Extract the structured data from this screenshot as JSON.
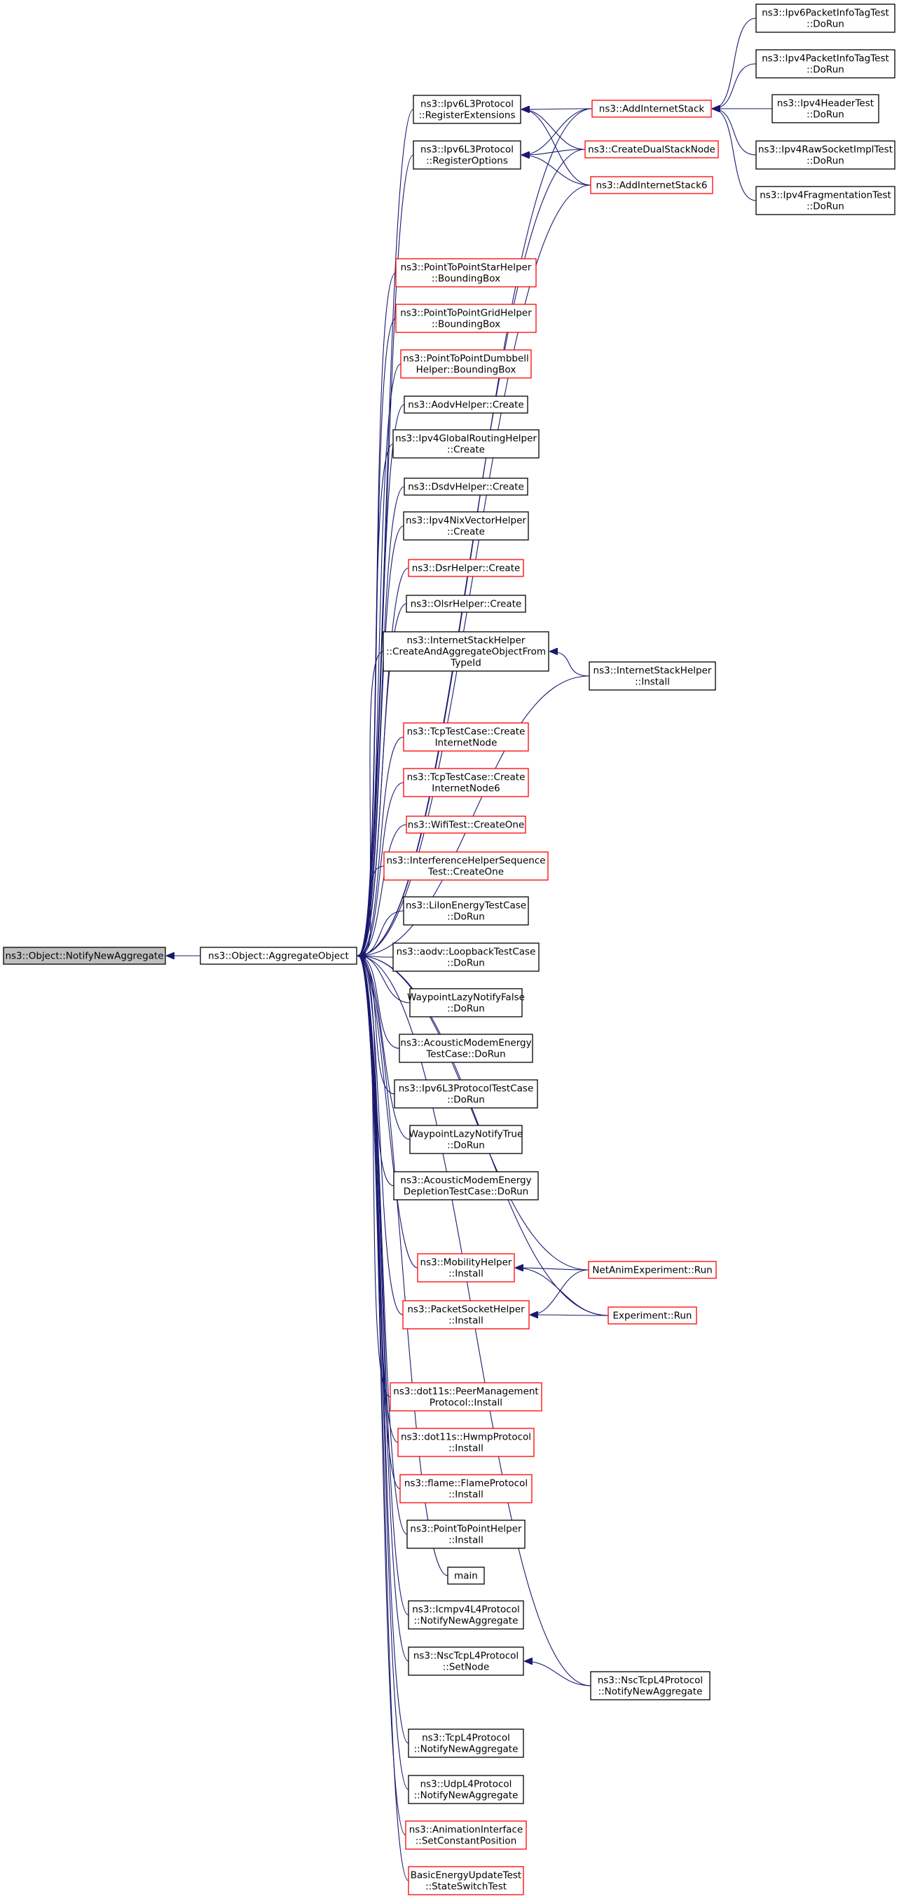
{
  "colors": {
    "edge": "#191970",
    "border_default": "#000000",
    "border_link": "#ff0000",
    "fill_default": "#ffffff",
    "fill_root": "#bfbfbf"
  },
  "nodes": [
    {
      "id": "notify",
      "lines": [
        "ns3::Object::NotifyNewAggregate"
      ],
      "style": "root"
    },
    {
      "id": "aggregate",
      "lines": [
        "ns3::Object::AggregateObject"
      ],
      "style": "default"
    },
    {
      "id": "ipv6ext",
      "lines": [
        "ns3::Ipv6L3Protocol",
        "::RegisterExtensions"
      ],
      "style": "default"
    },
    {
      "id": "ipv6opt",
      "lines": [
        "ns3::Ipv6L3Protocol",
        "::RegisterOptions"
      ],
      "style": "default"
    },
    {
      "id": "ptpstar",
      "lines": [
        "ns3::PointToPointStarHelper",
        "::BoundingBox"
      ],
      "style": "link"
    },
    {
      "id": "ptpgrid",
      "lines": [
        "ns3::PointToPointGridHelper",
        "::BoundingBox"
      ],
      "style": "link"
    },
    {
      "id": "ptpdumb",
      "lines": [
        "ns3::PointToPointDumbbell",
        "Helper::BoundingBox"
      ],
      "style": "link"
    },
    {
      "id": "aodv",
      "lines": [
        "ns3::AodvHelper::Create"
      ],
      "style": "default"
    },
    {
      "id": "ipv4glob",
      "lines": [
        "ns3::Ipv4GlobalRoutingHelper",
        "::Create"
      ],
      "style": "default"
    },
    {
      "id": "dsdv",
      "lines": [
        "ns3::DsdvHelper::Create"
      ],
      "style": "default"
    },
    {
      "id": "ipv4nix",
      "lines": [
        "ns3::Ipv4NixVectorHelper",
        "::Create"
      ],
      "style": "default"
    },
    {
      "id": "dsr",
      "lines": [
        "ns3::DsrHelper::Create"
      ],
      "style": "link"
    },
    {
      "id": "olsr",
      "lines": [
        "ns3::OlsrHelper::Create"
      ],
      "style": "default"
    },
    {
      "id": "ishcreate",
      "lines": [
        "ns3::InternetStackHelper",
        "::CreateAndAggregateObjectFrom",
        "TypeId"
      ],
      "style": "default"
    },
    {
      "id": "tcpnode",
      "lines": [
        "ns3::TcpTestCase::Create",
        "InternetNode"
      ],
      "style": "link"
    },
    {
      "id": "tcpnode6",
      "lines": [
        "ns3::TcpTestCase::Create",
        "InternetNode6"
      ],
      "style": "link"
    },
    {
      "id": "wifitest",
      "lines": [
        "ns3::WifiTest::CreateOne"
      ],
      "style": "link"
    },
    {
      "id": "interf",
      "lines": [
        "ns3::InterferenceHelperSequence",
        "Test::CreateOne"
      ],
      "style": "link"
    },
    {
      "id": "liion",
      "lines": [
        "ns3::LiIonEnergyTestCase",
        "::DoRun"
      ],
      "style": "default"
    },
    {
      "id": "aodvloop",
      "lines": [
        "ns3::aodv::LoopbackTestCase",
        "::DoRun"
      ],
      "style": "default"
    },
    {
      "id": "wplazyf",
      "lines": [
        "WaypointLazyNotifyFalse",
        "::DoRun"
      ],
      "style": "default"
    },
    {
      "id": "acoustic",
      "lines": [
        "ns3::AcousticModemEnergy",
        "TestCase::DoRun"
      ],
      "style": "default"
    },
    {
      "id": "ipv6tc",
      "lines": [
        "ns3::Ipv6L3ProtocolTestCase",
        "::DoRun"
      ],
      "style": "default"
    },
    {
      "id": "wplazyt",
      "lines": [
        "WaypointLazyNotifyTrue",
        "::DoRun"
      ],
      "style": "default"
    },
    {
      "id": "acousticdep",
      "lines": [
        "ns3::AcousticModemEnergy",
        "DepletionTestCase::DoRun"
      ],
      "style": "default"
    },
    {
      "id": "mobility",
      "lines": [
        "ns3::MobilityHelper",
        "::Install"
      ],
      "style": "link"
    },
    {
      "id": "packetsock",
      "lines": [
        "ns3::PacketSocketHelper",
        "::Install"
      ],
      "style": "link"
    },
    {
      "id": "peermgmt",
      "lines": [
        "ns3::dot11s::PeerManagement",
        "Protocol::Install"
      ],
      "style": "link"
    },
    {
      "id": "hwmp",
      "lines": [
        "ns3::dot11s::HwmpProtocol",
        "::Install"
      ],
      "style": "link"
    },
    {
      "id": "flame",
      "lines": [
        "ns3::flame::FlameProtocol",
        "::Install"
      ],
      "style": "link"
    },
    {
      "id": "ptphelper",
      "lines": [
        "ns3::PointToPointHelper",
        "::Install"
      ],
      "style": "default"
    },
    {
      "id": "main",
      "lines": [
        "main"
      ],
      "style": "default"
    },
    {
      "id": "icmpv4",
      "lines": [
        "ns3::Icmpv4L4Protocol",
        "::NotifyNewAggregate"
      ],
      "style": "default"
    },
    {
      "id": "nscsetnode",
      "lines": [
        "ns3::NscTcpL4Protocol",
        "::SetNode"
      ],
      "style": "default"
    },
    {
      "id": "tcpl4",
      "lines": [
        "ns3::TcpL4Protocol",
        "::NotifyNewAggregate"
      ],
      "style": "default"
    },
    {
      "id": "udpl4",
      "lines": [
        "ns3::UdpL4Protocol",
        "::NotifyNewAggregate"
      ],
      "style": "default"
    },
    {
      "id": "animiface",
      "lines": [
        "ns3::AnimationInterface",
        "::SetConstantPosition"
      ],
      "style": "link"
    },
    {
      "id": "basicenergy",
      "lines": [
        "BasicEnergyUpdateTest",
        "::StateSwitchTest"
      ],
      "style": "link"
    },
    {
      "id": "addinet",
      "lines": [
        "ns3::AddInternetStack"
      ],
      "style": "link"
    },
    {
      "id": "dualstack",
      "lines": [
        "ns3::CreateDualStackNode"
      ],
      "style": "link"
    },
    {
      "id": "addinet6",
      "lines": [
        "ns3::AddInternetStack6"
      ],
      "style": "link"
    },
    {
      "id": "ishinstall",
      "lines": [
        "ns3::InternetStackHelper",
        "::Install"
      ],
      "style": "default"
    },
    {
      "id": "netanimrun",
      "lines": [
        "NetAnimExperiment::Run"
      ],
      "style": "link"
    },
    {
      "id": "exprun",
      "lines": [
        "Experiment::Run"
      ],
      "style": "link"
    },
    {
      "id": "nscnotify",
      "lines": [
        "ns3::NscTcpL4Protocol",
        "::NotifyNewAggregate"
      ],
      "style": "default"
    },
    {
      "id": "ipv6pkt",
      "lines": [
        "ns3::Ipv6PacketInfoTagTest",
        "::DoRun"
      ],
      "style": "default"
    },
    {
      "id": "ipv4pkt",
      "lines": [
        "ns3::Ipv4PacketInfoTagTest",
        "::DoRun"
      ],
      "style": "default"
    },
    {
      "id": "ipv4hdr",
      "lines": [
        "ns3::Ipv4HeaderTest",
        "::DoRun"
      ],
      "style": "default"
    },
    {
      "id": "ipv4raw",
      "lines": [
        "ns3::Ipv4RawSocketImplTest",
        "::DoRun"
      ],
      "style": "default"
    },
    {
      "id": "ipv4frag",
      "lines": [
        "ns3::Ipv4FragmentationTest",
        "::DoRun"
      ],
      "style": "default"
    }
  ],
  "edges": [
    [
      "notify",
      "aggregate"
    ],
    [
      "aggregate",
      "ipv6ext"
    ],
    [
      "aggregate",
      "ipv6opt"
    ],
    [
      "aggregate",
      "ptpstar"
    ],
    [
      "aggregate",
      "ptpgrid"
    ],
    [
      "aggregate",
      "ptpdumb"
    ],
    [
      "aggregate",
      "aodv"
    ],
    [
      "aggregate",
      "ipv4glob"
    ],
    [
      "aggregate",
      "dsdv"
    ],
    [
      "aggregate",
      "ipv4nix"
    ],
    [
      "aggregate",
      "dsr"
    ],
    [
      "aggregate",
      "olsr"
    ],
    [
      "aggregate",
      "ishcreate"
    ],
    [
      "aggregate",
      "tcpnode"
    ],
    [
      "aggregate",
      "tcpnode6"
    ],
    [
      "aggregate",
      "wifitest"
    ],
    [
      "aggregate",
      "interf"
    ],
    [
      "aggregate",
      "liion"
    ],
    [
      "aggregate",
      "aodvloop"
    ],
    [
      "aggregate",
      "wplazyf"
    ],
    [
      "aggregate",
      "acoustic"
    ],
    [
      "aggregate",
      "ipv6tc"
    ],
    [
      "aggregate",
      "wplazyt"
    ],
    [
      "aggregate",
      "acousticdep"
    ],
    [
      "aggregate",
      "mobility"
    ],
    [
      "aggregate",
      "packetsock"
    ],
    [
      "aggregate",
      "peermgmt"
    ],
    [
      "aggregate",
      "hwmp"
    ],
    [
      "aggregate",
      "flame"
    ],
    [
      "aggregate",
      "ptphelper"
    ],
    [
      "aggregate",
      "main"
    ],
    [
      "aggregate",
      "icmpv4"
    ],
    [
      "aggregate",
      "nscsetnode"
    ],
    [
      "aggregate",
      "tcpl4"
    ],
    [
      "aggregate",
      "udpl4"
    ],
    [
      "aggregate",
      "animiface"
    ],
    [
      "aggregate",
      "basicenergy"
    ],
    [
      "aggregate",
      "addinet"
    ],
    [
      "aggregate",
      "dualstack"
    ],
    [
      "aggregate",
      "addinet6"
    ],
    [
      "aggregate",
      "ishinstall"
    ],
    [
      "aggregate",
      "netanimrun"
    ],
    [
      "aggregate",
      "exprun"
    ],
    [
      "aggregate",
      "nscnotify"
    ],
    [
      "ipv6ext",
      "addinet"
    ],
    [
      "ipv6ext",
      "dualstack"
    ],
    [
      "ipv6ext",
      "addinet6"
    ],
    [
      "ipv6opt",
      "addinet"
    ],
    [
      "ipv6opt",
      "dualstack"
    ],
    [
      "ipv6opt",
      "addinet6"
    ],
    [
      "ishcreate",
      "ishinstall"
    ],
    [
      "mobility",
      "netanimrun"
    ],
    [
      "mobility",
      "exprun"
    ],
    [
      "packetsock",
      "netanimrun"
    ],
    [
      "packetsock",
      "exprun"
    ],
    [
      "nscsetnode",
      "nscnotify"
    ],
    [
      "addinet",
      "ipv6pkt"
    ],
    [
      "addinet",
      "ipv4pkt"
    ],
    [
      "addinet",
      "ipv4hdr"
    ],
    [
      "addinet",
      "ipv4raw"
    ],
    [
      "addinet",
      "ipv4frag"
    ]
  ]
}
